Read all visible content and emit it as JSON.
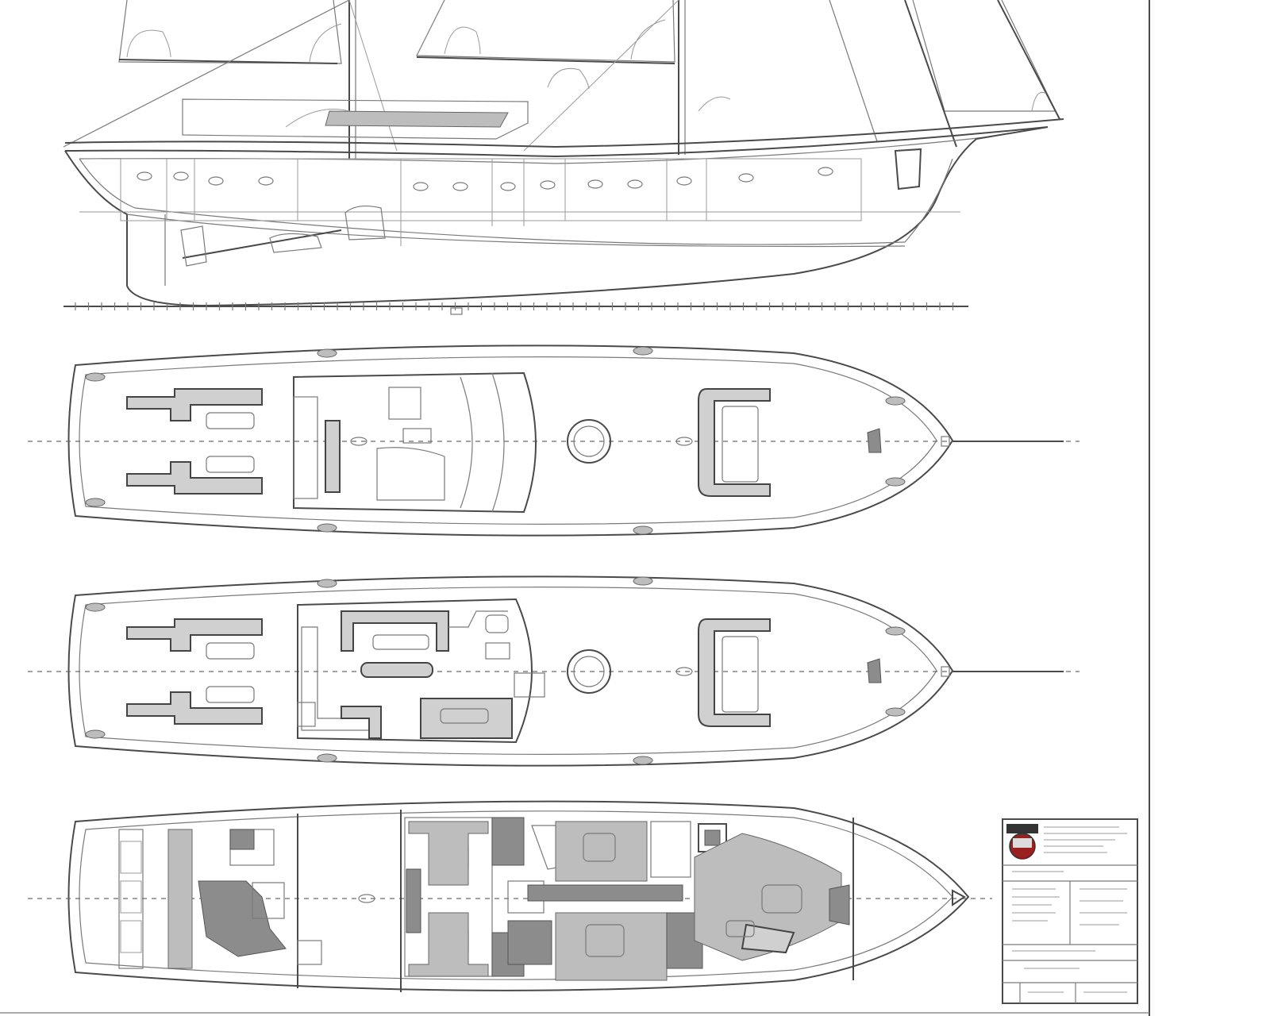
{
  "drawing": {
    "views": [
      "profile",
      "upper-deck-plan",
      "main-deck-plan",
      "accommodation-plan"
    ]
  },
  "title_block": {
    "logo": "shipyard-seal-logo"
  },
  "colors": {
    "line": "#4a4a4a",
    "shade": "#8c8c8c",
    "light_shade": "#bdbdbd",
    "background": "#ffffff"
  }
}
